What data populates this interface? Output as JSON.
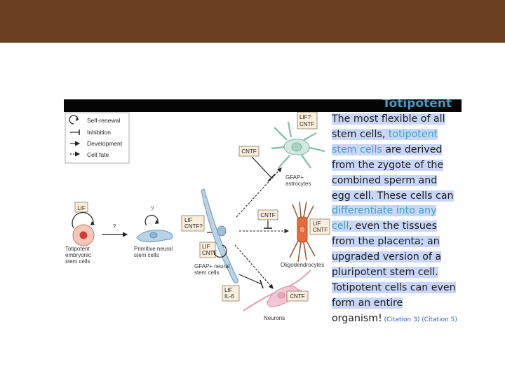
{
  "slide": {
    "heading": "Totipotent",
    "colors": {
      "header_bar": "#6b3f22",
      "accent_text": "#3ea3c6",
      "highlight": "#c8d6f7"
    }
  },
  "legend": [
    {
      "symbol": "circular-arrow-icon",
      "label": "Self-renewal"
    },
    {
      "symbol": "inhibition-bar-icon",
      "label": "Inhibition"
    },
    {
      "symbol": "solid-arrow-icon",
      "label": "Development"
    },
    {
      "symbol": "dashed-arrow-icon",
      "label": "Cell fate"
    }
  ],
  "diagram": {
    "cells": {
      "totipotent": [
        "Totipotent",
        "embryonic",
        "stem cells"
      ],
      "primitive": [
        "Primitive neural",
        "stem cells"
      ],
      "gfap_neural": [
        "GFAP+ neural",
        "stem cells"
      ],
      "astrocytes": [
        "GFAP+",
        "astrocytes"
      ],
      "oligodendrocytes": "Oligodendrocytes",
      "neurons": "Neurons"
    },
    "factors": {
      "lif_totipotent": "LIF",
      "lif_cntf_q": [
        "LIF",
        "CNTF?"
      ],
      "lif_cntf_self": [
        "LIF",
        "CNTF"
      ],
      "cntf_astro": "CNTF",
      "lif_q_cntf_astro": [
        "LIF?",
        "CNTF"
      ],
      "cntf_oligo": "CNTF",
      "lif_cntf_oligo": [
        "LIF",
        "CNTF"
      ],
      "lif_il6": [
        "LIF",
        "IL-6"
      ],
      "cntf_neuron": "CNTF"
    },
    "question_marks": {
      "development": "?",
      "self_renewal": "?"
    }
  },
  "paragraph": {
    "lines": [
      [
        {
          "text": "The most flexible of all",
          "style": "plain"
        }
      ],
      [
        {
          "text": "stem cells, ",
          "style": "plain"
        },
        {
          "text": "totipotent",
          "style": "teal"
        }
      ],
      [
        {
          "text": "stem cells",
          "style": "teal"
        },
        {
          "text": " are derived",
          "style": "plain"
        }
      ],
      [
        {
          "text": "from the zygote of the",
          "style": "plain"
        }
      ],
      [
        {
          "text": "combined sperm and",
          "style": "plain"
        }
      ],
      [
        {
          "text": "egg cell. These cells can",
          "style": "plain"
        }
      ],
      [
        {
          "text": "differentiate into any",
          "style": "teal"
        }
      ],
      [
        {
          "text": "cell",
          "style": "teal"
        },
        {
          "text": ", even the tissues",
          "style": "plain"
        }
      ],
      [
        {
          "text": "from the placenta; an",
          "style": "plain"
        }
      ],
      [
        {
          "text": "upgraded version of a",
          "style": "plain"
        }
      ],
      [
        {
          "text": "pluripotent stem cell.",
          "style": "plain"
        }
      ],
      [
        {
          "text": "Totipotent cells can even",
          "style": "plain"
        }
      ],
      [
        {
          "text": "form an entire",
          "style": "plain"
        }
      ],
      [
        {
          "text": "organism!",
          "style": "plain-nohl"
        },
        {
          "text": " (Citation 3) (Citation 5)",
          "style": "cite"
        }
      ]
    ]
  }
}
